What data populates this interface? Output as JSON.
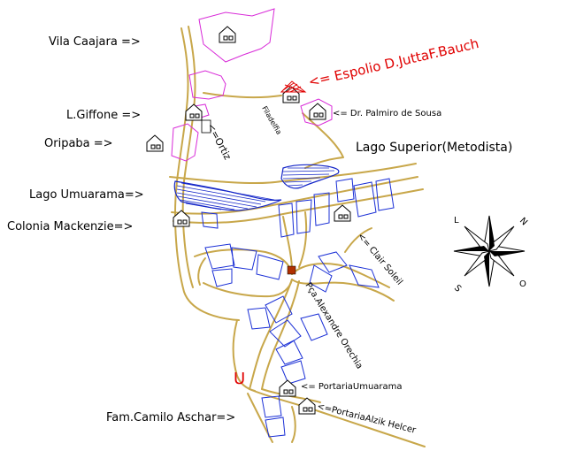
{
  "map": {
    "labels": {
      "vila_caajara": "Vila Caajara =>",
      "espolio": "<= Espolio D.JuttaF.Bauch",
      "dr_palmiro": "<= Dr. Palmiro de Sousa",
      "l_giffone": "L.Giffone =>",
      "oripaba": "Oripaba =>",
      "ortiz": "<=Ortiz",
      "filadelfia": "Filadelfia",
      "lago_superior": "Lago Superior(Metodista)",
      "lago_umuarama": "Lago Umuarama=>",
      "colonia_mackenzie": "Colonia Mackenzie=>",
      "clair_soleil": "<= Clair Soleil",
      "pca_alexandre": "Pça.Alexandre Orechia",
      "portaria_umuarama": "<= PortariaUmuarama",
      "fam_camilo": "Fam.Camilo Aschar=>",
      "portaria_alzik": "<=PortariaAlzik Helcer",
      "entrance_u": "U"
    },
    "compass": {
      "n": "N",
      "s": "S",
      "l": "L",
      "o": "O"
    },
    "colors": {
      "road": "#c8a74a",
      "lots": "#1a2fd6",
      "magenta": "#d82ad8",
      "water": "#1426c8",
      "red": "#e00000",
      "pin": "#b03000",
      "text": "#000000"
    }
  }
}
